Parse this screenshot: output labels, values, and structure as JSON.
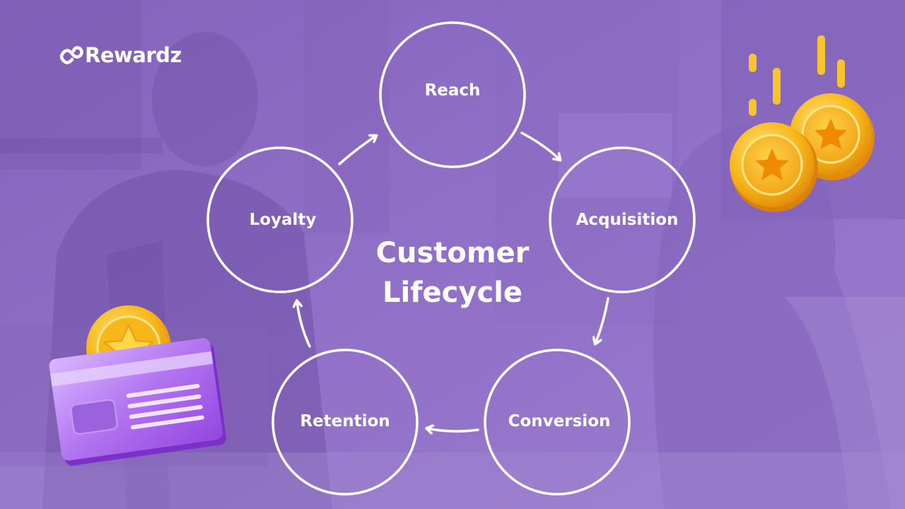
{
  "brand": {
    "name": "Rewardz",
    "logo_icon": "infinity-loop-logo-icon"
  },
  "diagram": {
    "title_line1": "Customer",
    "title_line2": "Lifecycle",
    "stages": [
      {
        "label": "Reach"
      },
      {
        "label": "Acquisition"
      },
      {
        "label": "Conversion"
      },
      {
        "label": "Retention"
      },
      {
        "label": "Loyalty"
      }
    ]
  },
  "decorations": {
    "top_right": "falling-gold-coins-icon",
    "bottom_left": "loyalty-card-with-coin-icon"
  },
  "colors": {
    "overlay": "#9a7ad0",
    "stroke": "#ffffff",
    "text": "#ffffff",
    "coin_gold": "#f7b718",
    "card_purple": "#a55ee8"
  }
}
